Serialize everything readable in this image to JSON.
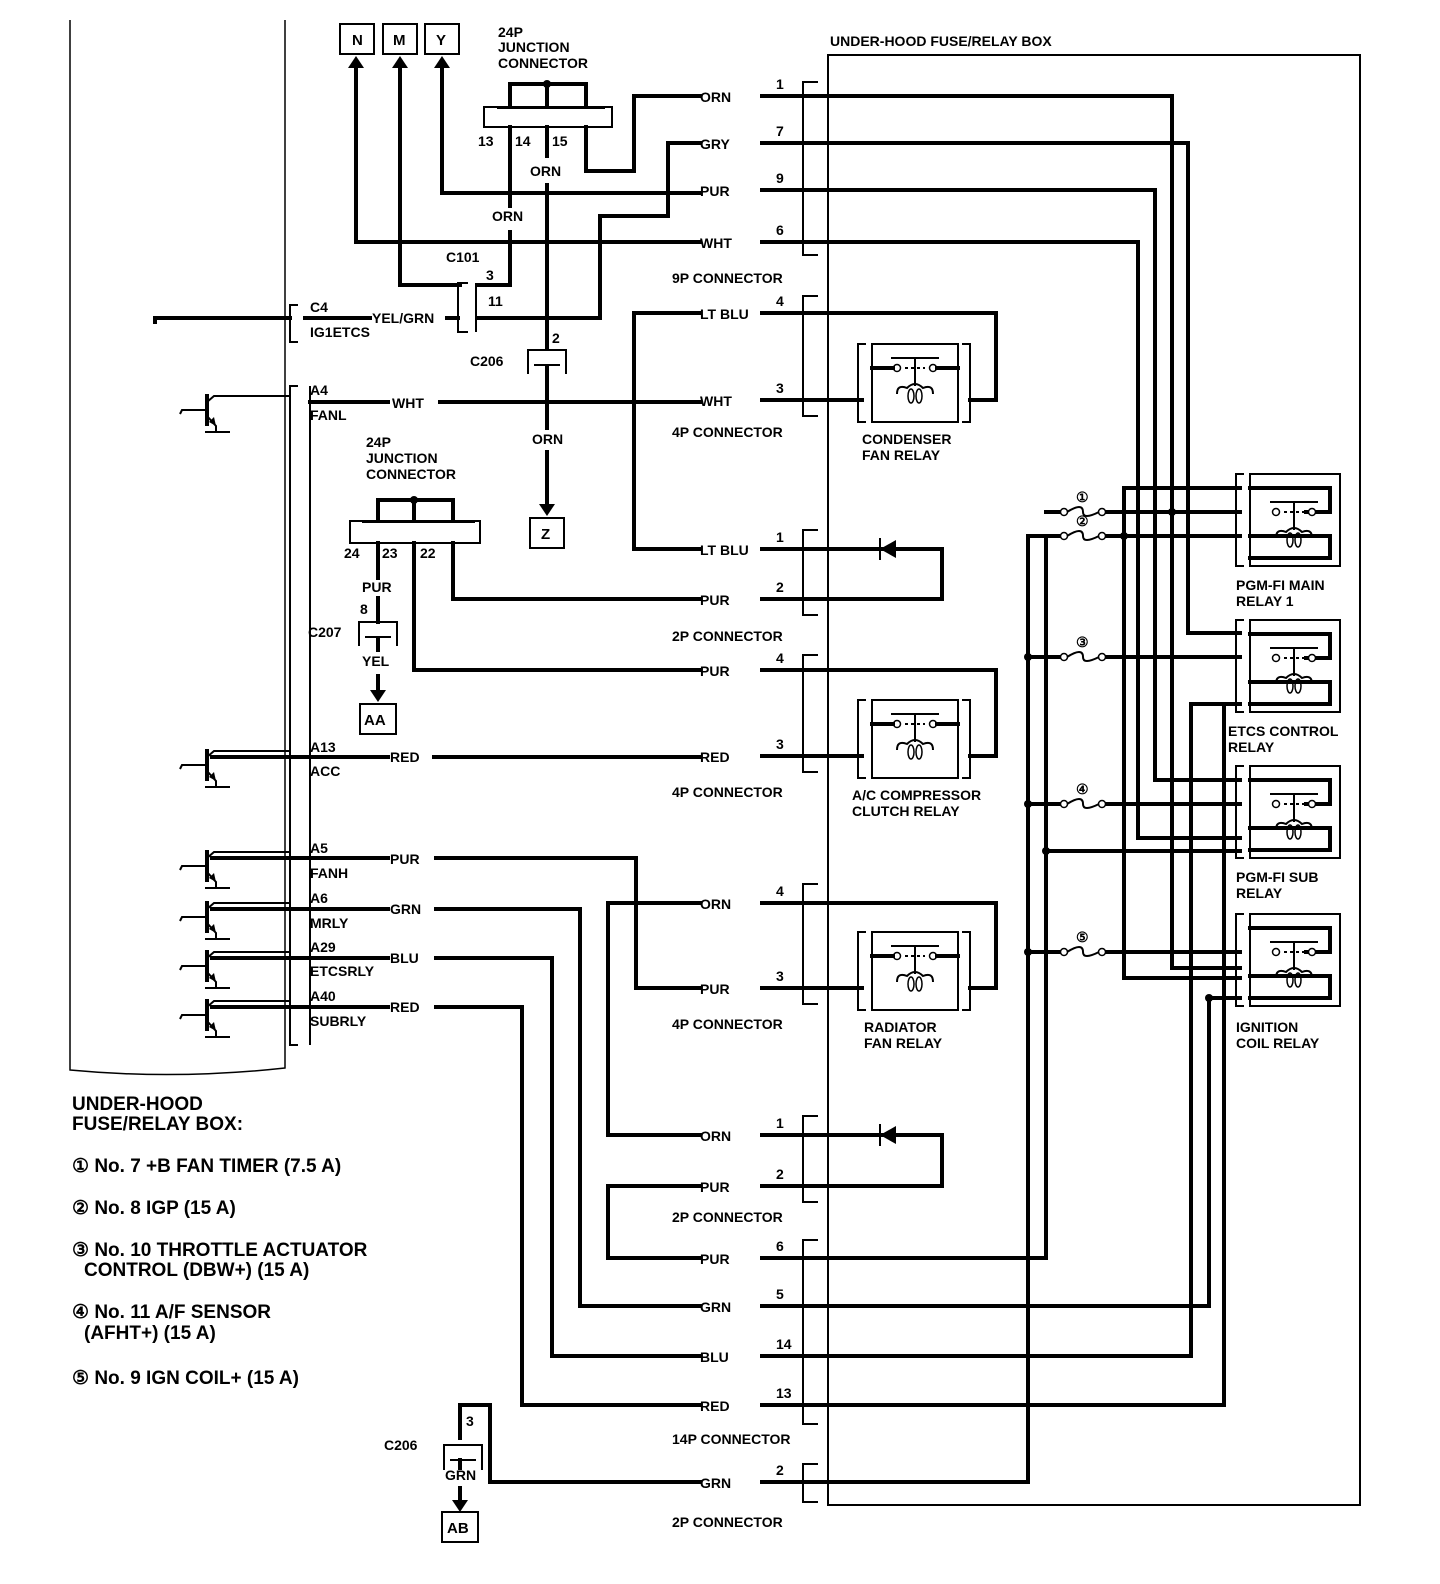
{
  "diagram": {
    "fuse_box_title": "UNDER-HOOD FUSE/RELAY BOX",
    "destinations": {
      "N": "N",
      "M": "M",
      "Y": "Y",
      "Z": "Z",
      "AA": "AA",
      "AB": "AB"
    },
    "junction_top": {
      "title_l1": "24P",
      "title_l2": "JUNCTION",
      "title_l3": "CONNECTOR",
      "pins": [
        "13",
        "14",
        "15"
      ]
    },
    "junction_mid": {
      "title_l1": "24P",
      "title_l2": "JUNCTION",
      "title_l3": "CONNECTOR",
      "pins": [
        "24",
        "23",
        "22"
      ]
    },
    "connectors": {
      "c101": "C101",
      "c101_pin_a": "3",
      "c101_pin_b": "11",
      "c4": "C4",
      "c4_name": "IG1ETCS",
      "c206_top": "C206",
      "c206_top_pin": "2",
      "c207": "C207",
      "c207_pin": "8",
      "c206_bot": "C206",
      "c206_bot_pin": "3"
    },
    "ecm_pins": [
      {
        "pin": "A4",
        "name": "FANL",
        "wire": "WHT"
      },
      {
        "pin": "A13",
        "name": "ACC",
        "wire": "RED"
      },
      {
        "pin": "A5",
        "name": "FANH",
        "wire": "PUR"
      },
      {
        "pin": "A6",
        "name": "MRLY",
        "wire": "GRN"
      },
      {
        "pin": "A29",
        "name": "ETCSRLY",
        "wire": "BLU"
      },
      {
        "pin": "A40",
        "name": "SUBRLY",
        "wire": "RED"
      }
    ],
    "misc_wires": {
      "yel_grn": "YEL/GRN",
      "orn_14": "ORN",
      "orn_13": "ORN",
      "orn_z": "ORN",
      "pur_23": "PUR",
      "yel_aa": "YEL",
      "grn_ab": "GRN"
    },
    "box_connectors": [
      {
        "name": "9P CONNECTOR",
        "pins": [
          {
            "wire": "ORN",
            "pin": "1"
          },
          {
            "wire": "GRY",
            "pin": "7"
          },
          {
            "wire": "PUR",
            "pin": "9"
          },
          {
            "wire": "WHT",
            "pin": "6"
          }
        ]
      },
      {
        "name": "4P CONNECTOR",
        "pins": [
          {
            "wire": "LT BLU",
            "pin": "4"
          },
          {
            "wire": "WHT",
            "pin": "3"
          }
        ]
      },
      {
        "name": "2P CONNECTOR",
        "pins": [
          {
            "wire": "LT BLU",
            "pin": "1"
          },
          {
            "wire": "PUR",
            "pin": "2"
          }
        ]
      },
      {
        "name": "4P CONNECTOR",
        "pins": [
          {
            "wire": "PUR",
            "pin": "4"
          },
          {
            "wire": "RED",
            "pin": "3"
          }
        ]
      },
      {
        "name": "4P CONNECTOR",
        "pins": [
          {
            "wire": "ORN",
            "pin": "4"
          },
          {
            "wire": "PUR",
            "pin": "3"
          }
        ]
      },
      {
        "name": "2P CONNECTOR",
        "pins": [
          {
            "wire": "ORN",
            "pin": "1"
          },
          {
            "wire": "PUR",
            "pin": "2"
          }
        ]
      },
      {
        "name": "14P CONNECTOR",
        "pins": [
          {
            "wire": "PUR",
            "pin": "6"
          },
          {
            "wire": "GRN",
            "pin": "5"
          },
          {
            "wire": "BLU",
            "pin": "14"
          },
          {
            "wire": "RED",
            "pin": "13"
          }
        ]
      },
      {
        "name": "2P CONNECTOR",
        "pins": [
          {
            "wire": "GRN",
            "pin": "2"
          }
        ]
      }
    ],
    "relays": [
      {
        "l1": "CONDENSER",
        "l2": "FAN RELAY"
      },
      {
        "l1": "A/C COMPRESSOR",
        "l2": "CLUTCH RELAY"
      },
      {
        "l1": "RADIATOR",
        "l2": "FAN RELAY"
      },
      {
        "l1": "PGM-FI MAIN",
        "l2": "RELAY 1"
      },
      {
        "l1": "ETCS CONTROL",
        "l2": "RELAY"
      },
      {
        "l1": "PGM-FI SUB",
        "l2": "RELAY"
      },
      {
        "l1": "IGNITION",
        "l2": "COIL RELAY"
      }
    ],
    "fuse_markers": [
      "①",
      "②",
      "③",
      "④",
      "⑤"
    ]
  },
  "legend": {
    "title_l1": "UNDER-HOOD",
    "title_l2": "FUSE/RELAY BOX:",
    "items": [
      {
        "marker": "①",
        "l1": "No. 7 +B FAN TIMER (7.5 A)"
      },
      {
        "marker": "②",
        "l1": "No. 8 IGP (15 A)"
      },
      {
        "marker": "③",
        "l1": "No. 10 THROTTLE ACTUATOR",
        "l2": "CONTROL (DBW+) (15 A)"
      },
      {
        "marker": "④",
        "l1": "No. 11 A/F SENSOR",
        "l2": "(AFHT+) (15 A)"
      },
      {
        "marker": "⑤",
        "l1": "No. 9 IGN COIL+ (15 A)"
      }
    ]
  }
}
